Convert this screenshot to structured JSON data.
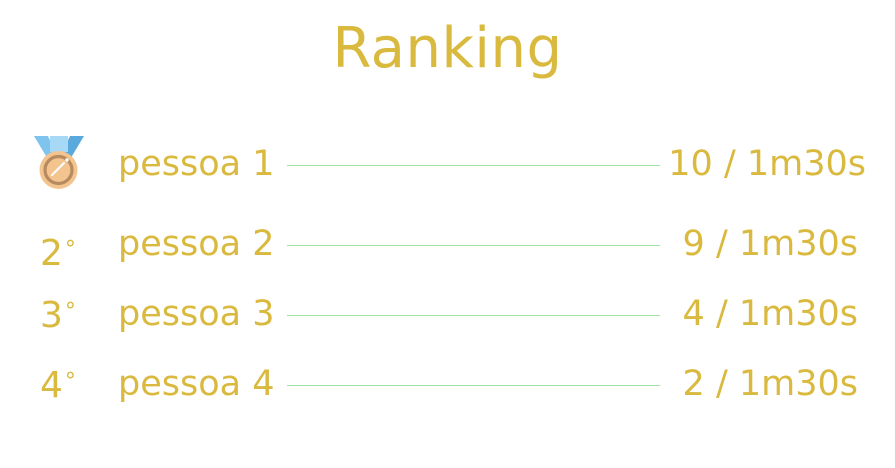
{
  "header": {
    "title": "Ranking"
  },
  "ranking": [
    {
      "rank": "",
      "medal": "medal-icon",
      "name": "pessoa 1",
      "score": "10 / 1m30s"
    },
    {
      "rank": "2",
      "degree": "°",
      "name": "pessoa 2",
      "score": "9 / 1m30s"
    },
    {
      "rank": "3",
      "degree": "°",
      "name": "pessoa 3",
      "score": "4 / 1m30s"
    },
    {
      "rank": "4",
      "degree": "°",
      "name": "pessoa 4",
      "score": "2 / 1m30s"
    }
  ],
  "colors": {
    "accent": "#d9b93e",
    "separator": "#9ee3a7",
    "medal_ribbon": "#7fc4ef",
    "medal_body": "#f4c48f",
    "medal_ring": "#b88a60"
  }
}
